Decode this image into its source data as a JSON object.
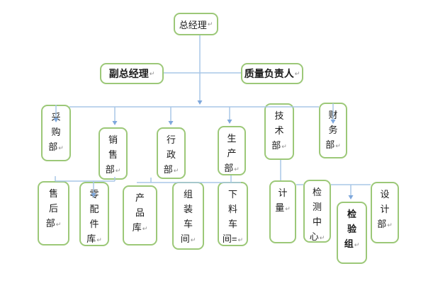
{
  "title": "组织结构图",
  "marks": {
    "return_mark": "↵"
  },
  "colors": {
    "box_border": "#9cc878",
    "connector": "#a9c7e7",
    "arrow": "#7fa8dc",
    "text": "#1a1a1a",
    "return_mark": "#8f8f8f"
  },
  "org": {
    "boxes": [
      {
        "id": "general-manager",
        "label": "总经理",
        "bold": false,
        "suffix": ""
      },
      {
        "id": "deputy-general-manager",
        "label": "副总经理",
        "bold": true,
        "suffix": ""
      },
      {
        "id": "quality-manager",
        "label": "质量负责人",
        "bold": true,
        "suffix": ""
      },
      {
        "id": "purchasing-dept",
        "label": "采购部",
        "bold": false,
        "suffix": ""
      },
      {
        "id": "sales-dept",
        "label": "销售部",
        "bold": false,
        "suffix": ""
      },
      {
        "id": "admin-dept",
        "label": "行政部",
        "bold": false,
        "suffix": ""
      },
      {
        "id": "production-dept",
        "label": "生产部",
        "bold": false,
        "suffix": ""
      },
      {
        "id": "technical-dept",
        "label": "技术部",
        "bold": false,
        "suffix": ""
      },
      {
        "id": "finance-dept",
        "label": "财务部",
        "bold": false,
        "suffix": ""
      },
      {
        "id": "after-sales-dept",
        "label": "售后部",
        "bold": false,
        "suffix": ""
      },
      {
        "id": "spare-parts-warehouse",
        "label": "零配件库",
        "bold": false,
        "suffix": ""
      },
      {
        "id": "product-warehouse",
        "label": "产品库",
        "bold": false,
        "suffix": ""
      },
      {
        "id": "assembly-workshop",
        "label": "组装车间",
        "bold": false,
        "suffix": ""
      },
      {
        "id": "cutting-workshop",
        "label": "下料车间",
        "bold": false,
        "suffix": "="
      },
      {
        "id": "metrology",
        "label": "计量",
        "bold": false,
        "suffix": ""
      },
      {
        "id": "testing-center",
        "label": "检测中心",
        "bold": false,
        "suffix": ""
      },
      {
        "id": "inspection-team",
        "label": "检验组",
        "bold": true,
        "suffix": ""
      },
      {
        "id": "design-dept",
        "label": "设计部",
        "bold": false,
        "suffix": ""
      }
    ],
    "connections": [
      {
        "from": "general-manager",
        "to": "deputy-general-manager"
      },
      {
        "from": "general-manager",
        "to": "quality-manager"
      },
      {
        "from": "general-manager",
        "to": "purchasing-dept"
      },
      {
        "from": "general-manager",
        "to": "sales-dept"
      },
      {
        "from": "general-manager",
        "to": "admin-dept"
      },
      {
        "from": "general-manager",
        "to": "production-dept"
      },
      {
        "from": "general-manager",
        "to": "technical-dept"
      },
      {
        "from": "general-manager",
        "to": "finance-dept"
      },
      {
        "from": "sales-dept",
        "to": "after-sales-dept"
      },
      {
        "from": "sales-dept",
        "to": "spare-parts-warehouse"
      },
      {
        "from": "production-dept",
        "to": "product-warehouse"
      },
      {
        "from": "production-dept",
        "to": "assembly-workshop"
      },
      {
        "from": "production-dept",
        "to": "cutting-workshop"
      },
      {
        "from": "technical-dept",
        "to": "metrology"
      },
      {
        "from": "metrology",
        "to": "testing-center"
      },
      {
        "from": "testing-center",
        "to": "design-dept"
      },
      {
        "from": "testing-center",
        "to": "inspection-team"
      }
    ]
  }
}
